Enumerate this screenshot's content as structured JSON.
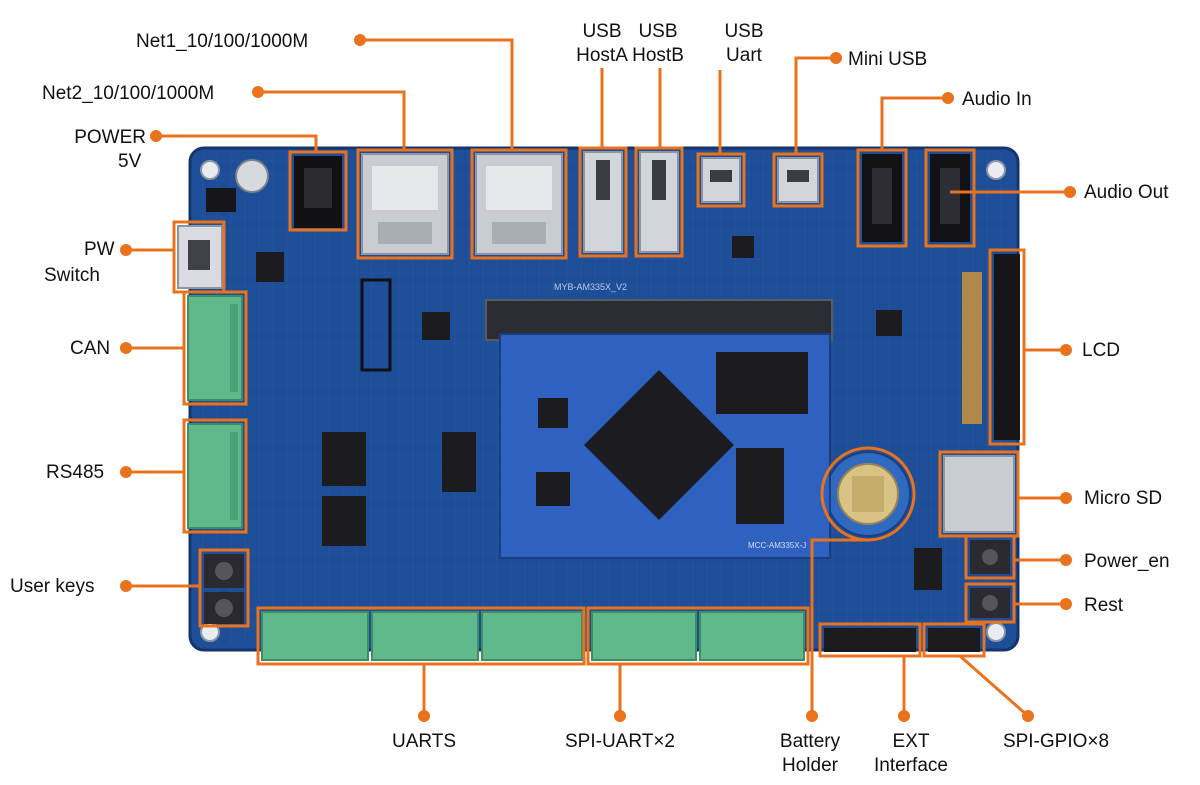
{
  "colors": {
    "callout": "#e8731c",
    "board": "#1f4e98",
    "board_edge": "#14346e",
    "silk": "#4a72b8",
    "terminal": "#5fb98a",
    "metal": "#c9ccd1",
    "chip": "#1b1b20"
  },
  "board": {
    "silk_model": "MYB-AM335X_V2",
    "core_model": "MCC-AM335X-J"
  },
  "labels": {
    "net1": "Net1_10/100/1000M",
    "net2": "Net2_10/100/1000M",
    "power_line1": "POWER",
    "power_line2": "5V",
    "pw_line1": "PW",
    "pw_line2": "Switch",
    "can": "CAN",
    "rs485": "RS485",
    "user_keys": "User keys",
    "usb_hosta_line1": "USB",
    "usb_hosta_line2": "HostA",
    "usb_hostb_line1": "USB",
    "usb_hostb_line2": "HostB",
    "usb_uart_line1": "USB",
    "usb_uart_line2": "Uart",
    "mini_usb": "Mini USB",
    "audio_in": "Audio In",
    "audio_out": "Audio Out",
    "lcd": "LCD",
    "micro_sd": "Micro SD",
    "power_en": "Power_en",
    "rest": "Rest",
    "uarts": "UARTS",
    "spi_uart": "SPI-UART×2",
    "battery_line1": "Battery",
    "battery_line2": "Holder",
    "ext_line1": "EXT",
    "ext_line2": "Interface",
    "spi_gpio": "SPI-GPIO×8"
  }
}
